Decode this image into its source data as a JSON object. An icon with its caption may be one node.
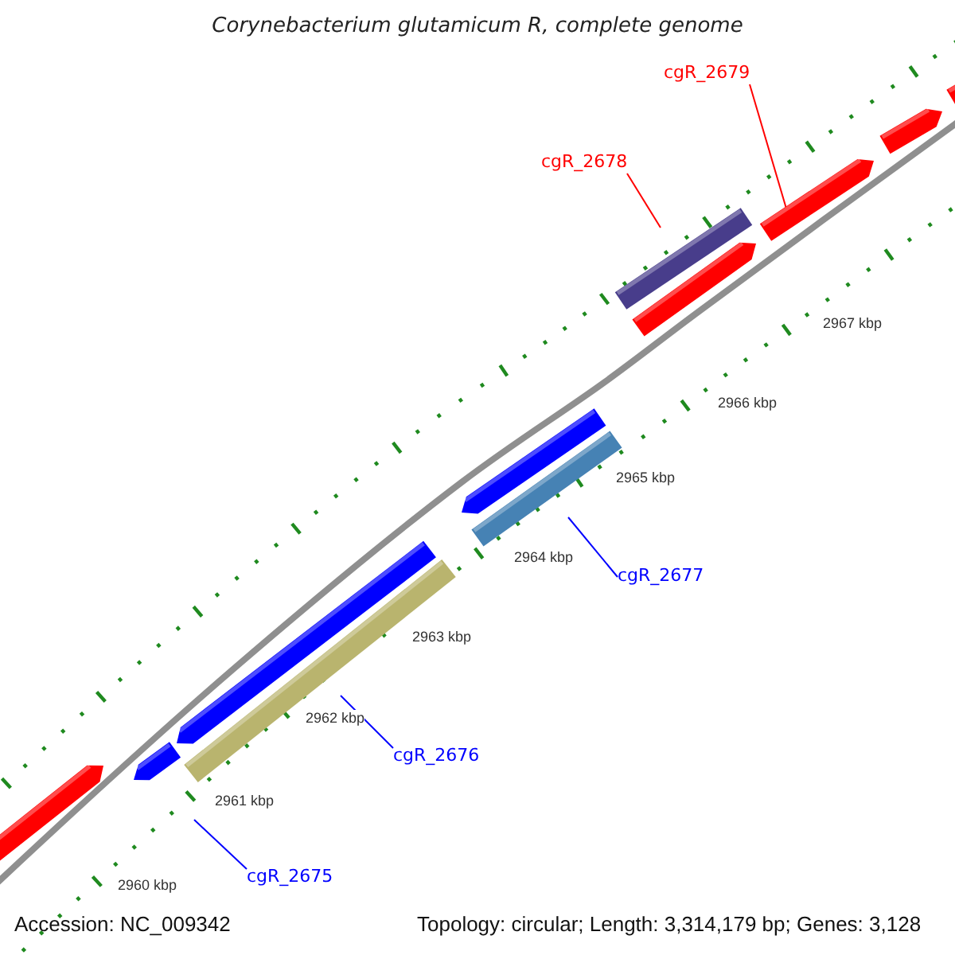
{
  "diagram": {
    "title": "Corynebacterium glutamicum R, complete genome",
    "nodes": [
      {
        "text": [
          "cgR_2679"
        ]
      },
      {
        "text": [
          "cgR_2678"
        ]
      },
      {
        "text": [
          "cgR_2677"
        ]
      },
      {
        "text": [
          "cgR_2676"
        ]
      },
      {
        "text": [
          "cgR_2675"
        ]
      },
      {
        "text": [],
        "shape": "bar"
      },
      {
        "text": [],
        "shape": "bar"
      },
      {
        "text": [],
        "shape": "bar"
      },
      {
        "text": [],
        "shape": "arrow"
      }
    ],
    "edges": [
      {
        "from": 0,
        "to": 8,
        "arrow": "none",
        "color": "#ff0000"
      },
      {
        "from": 1,
        "to": 7,
        "arrow": "none",
        "color": "#ff0000"
      },
      {
        "from": 2,
        "to": 6,
        "arrow": "none"
      },
      {
        "from": 3,
        "to": 5,
        "arrow": "none"
      },
      {
        "from": 4,
        "to": null,
        "arrow": "none"
      }
    ],
    "labels": [
      "2967 kbp",
      "2966 kbp",
      "2965 kbp",
      "2964 kbp",
      "2963 kbp",
      "2962 kbp",
      "2961 kbp",
      "2960 kbp",
      "Accession: NC_009342",
      "Topology: circular; Length: 3,314,179 bp; Genes: 3,128"
    ]
  }
}
